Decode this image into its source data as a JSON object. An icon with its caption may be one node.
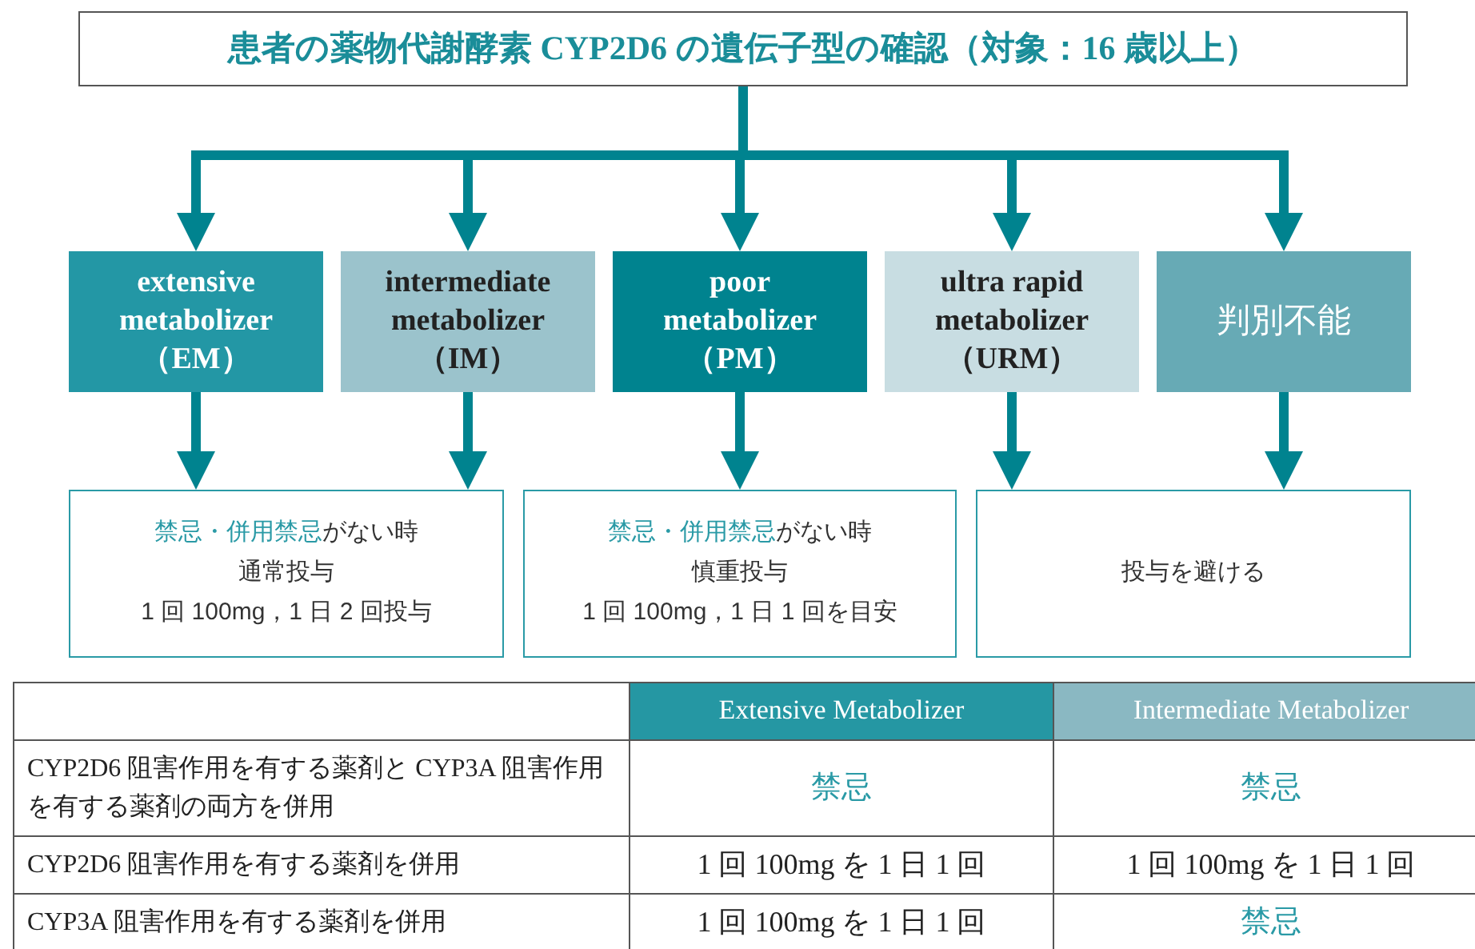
{
  "diagram": {
    "nodes": [
      {
        "text": [
          "患者の薬物代謝酵素 CYP2D6 の遺伝子型の確認（対象：16 歳以上）"
        ]
      },
      {
        "text": [
          "extensive metabolizer （EM）"
        ]
      },
      {
        "text": [
          "intermediate metabolizer （IM）"
        ]
      },
      {
        "text": [
          "poor metabolizer （PM）"
        ]
      },
      {
        "text": [
          "ultra rapid metabolizer （URM）"
        ]
      },
      {
        "text": [
          "判別不能"
        ]
      },
      {
        "text": [
          "**禁忌・併用禁忌**がない時",
          "通常投与",
          "1 回 100mg，1 日 2 回投与"
        ]
      },
      {
        "text": [
          "**禁忌・併用禁忌**がない時",
          "慎重投与",
          "1 回 100mg，1 日 1 回を目安"
        ]
      },
      {
        "text": [
          "投与を避ける"
        ]
      }
    ],
    "edges": [
      {
        "from": 0,
        "to": 1,
        "arrow": "to"
      },
      {
        "from": 0,
        "to": 2,
        "arrow": "to"
      },
      {
        "from": 0,
        "to": 3,
        "arrow": "to"
      },
      {
        "from": 0,
        "to": 4,
        "arrow": "to"
      },
      {
        "from": 0,
        "to": 5,
        "arrow": "to"
      },
      {
        "from": 1,
        "to": 6,
        "arrow": "to"
      },
      {
        "from": 2,
        "to": 6,
        "arrow": "to"
      },
      {
        "from": 3,
        "to": 7,
        "arrow": "to"
      },
      {
        "from": 4,
        "to": 8,
        "arrow": "to"
      },
      {
        "from": 5,
        "to": 8,
        "arrow": "to"
      }
    ],
    "labels": [
      "Extensive Metabolizer",
      "Intermediate Metabolizer",
      "CYP2D6 阻害作用を有する薬剤と CYP3A 阻害作用を有する薬剤の両方を併用",
      "禁忌",
      "禁忌",
      "CYP2D6 阻害作用を有する薬剤を併用",
      "1 回 100mg を 1 日 1 回",
      "1 回 100mg を 1 日 1 回",
      "CYP3A 阻害作用を有する薬剤を併用",
      "1 回 100mg を 1 日 1 回",
      "禁忌"
    ]
  }
}
